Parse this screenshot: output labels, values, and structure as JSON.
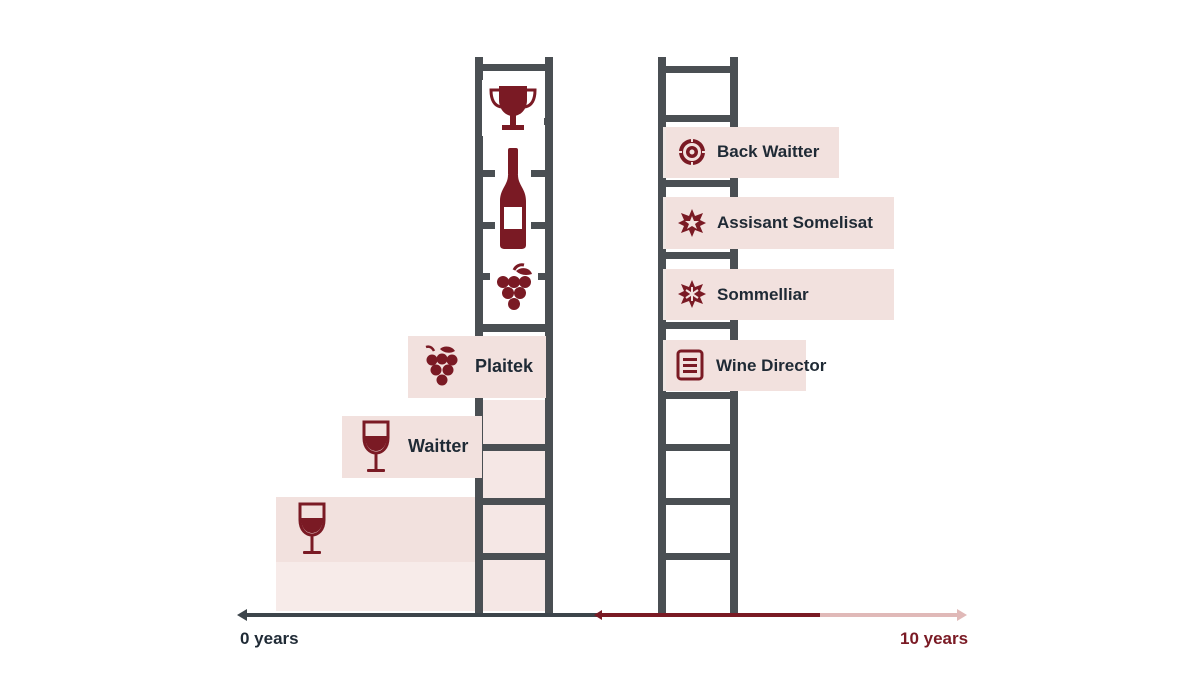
{
  "colors": {
    "ladder": "#4a4f53",
    "card": "#f2e1de",
    "wine": "#7a1a24",
    "text": "#1f2a35",
    "timeline_dark": "#3d454b",
    "timeline_wine": "#7a1a24",
    "timeline_light": "#e0b9b8"
  },
  "left_ladder": {
    "icons": [
      "trophy-icon",
      "wine-bottle-icon",
      "grapes-icon"
    ],
    "steps": [
      {
        "label": "Plaitek",
        "icon": "grapes-icon"
      },
      {
        "label": "Waitter",
        "icon": "wine-glass-icon"
      },
      {
        "label": "",
        "icon": "wine-glass-icon"
      }
    ]
  },
  "right_ladder": {
    "steps": [
      {
        "label": "Back Waitter",
        "icon": "gear-badge-icon"
      },
      {
        "label": "Assisant Somelisat",
        "icon": "star-badge-icon"
      },
      {
        "label": "Sommelliar",
        "icon": "snowflake-badge-icon"
      },
      {
        "label": "Wine Director",
        "icon": "menu-card-icon"
      }
    ]
  },
  "timeline": {
    "start_label": "0 years",
    "end_label": "10 years"
  }
}
